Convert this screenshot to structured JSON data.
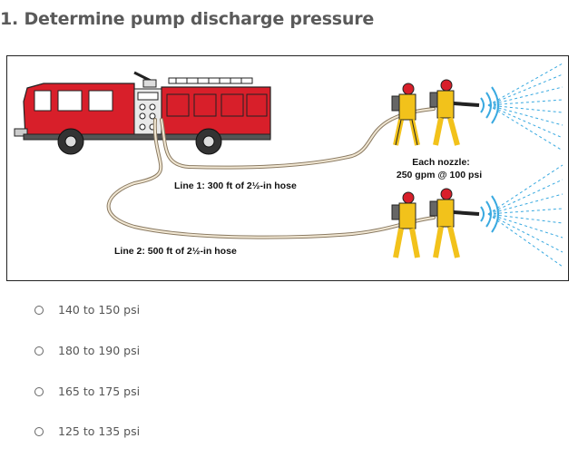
{
  "question": {
    "title": "1. Determine pump discharge pressure"
  },
  "figure": {
    "line1_label": "Line 1: 300 ft of 2½-in hose",
    "line2_label": "Line 2: 500 ft of 2½-in hose",
    "nozzle_label_1": "Each nozzle:",
    "nozzle_label_2": "250 gpm @ 100 psi"
  },
  "options": [
    {
      "label": "140 to 150 psi",
      "selected": false
    },
    {
      "label": "180 to 190 psi",
      "selected": false
    },
    {
      "label": "165 to 175 psi",
      "selected": false
    },
    {
      "label": "125 to 135 psi",
      "selected": false
    }
  ],
  "colors": {
    "truck_red": "#d81f2a",
    "water_blue": "#39a9e0",
    "firefighter_yellow": "#f2c21b"
  }
}
